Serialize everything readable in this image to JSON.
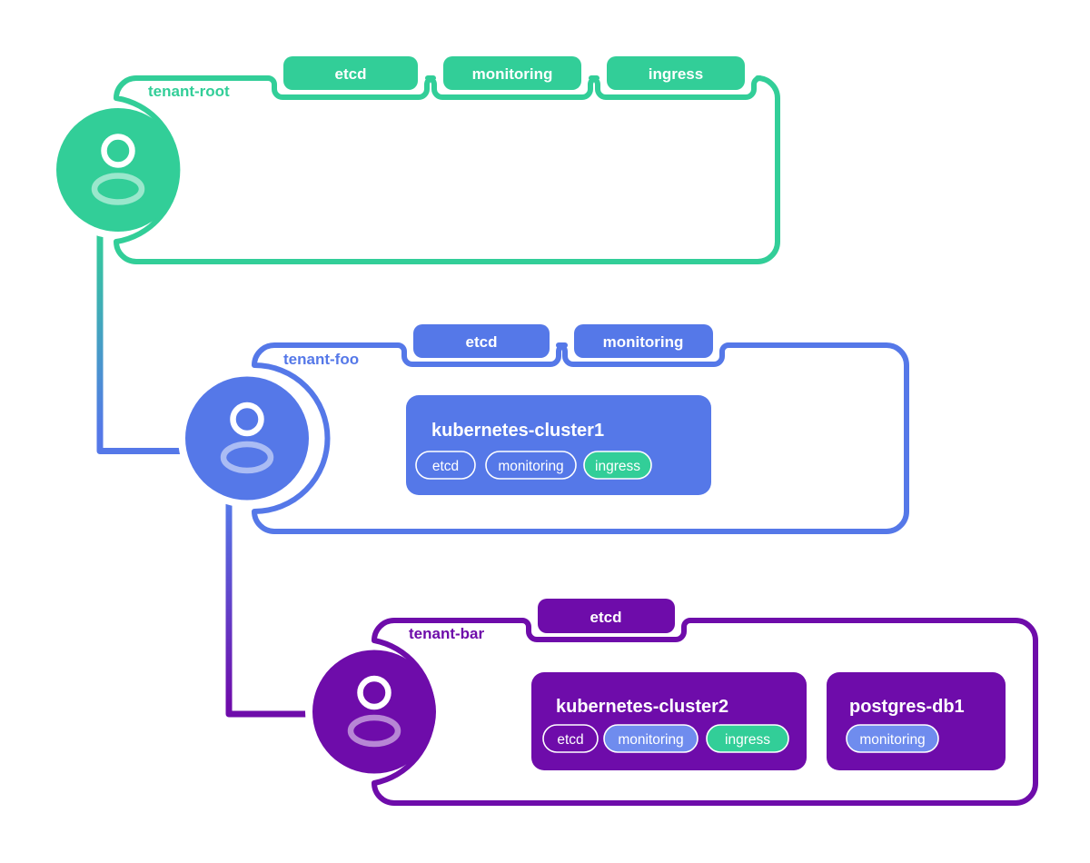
{
  "colors": {
    "tenant_root_green": "#32ce98",
    "tenant_foo_blue": "#5578e8",
    "tenant_bar_purple": "#6e0caa",
    "pill_blue": "#6f8cee",
    "pill_green": "#32ce98",
    "text_on_fill": "#ffffff"
  },
  "tenants": [
    {
      "name": "tenant-root",
      "tabs": [
        "etcd",
        "monitoring",
        "ingress"
      ],
      "workloads": []
    },
    {
      "name": "tenant-foo",
      "tabs": [
        "etcd",
        "monitoring"
      ],
      "workloads": [
        {
          "name": "kubernetes-cluster1",
          "pills": [
            {
              "label": "etcd",
              "style": "outline"
            },
            {
              "label": "monitoring",
              "style": "outline"
            },
            {
              "label": "ingress",
              "style": "green"
            }
          ]
        }
      ]
    },
    {
      "name": "tenant-bar",
      "tabs": [
        "etcd"
      ],
      "workloads": [
        {
          "name": "kubernetes-cluster2",
          "pills": [
            {
              "label": "etcd",
              "style": "outline"
            },
            {
              "label": "monitoring",
              "style": "blue"
            },
            {
              "label": "ingress",
              "style": "green"
            }
          ]
        },
        {
          "name": "postgres-db1",
          "pills": [
            {
              "label": "monitoring",
              "style": "blue"
            }
          ]
        }
      ]
    }
  ]
}
